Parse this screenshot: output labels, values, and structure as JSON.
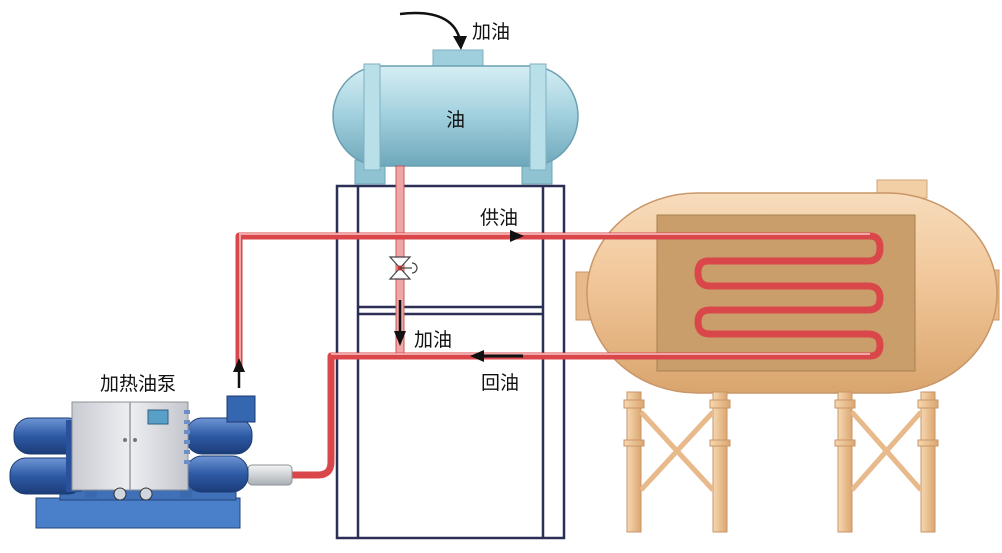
{
  "labels": {
    "add_oil_top": "加油",
    "tank": "油",
    "supply_oil": "供油",
    "add_oil_mid": "加油",
    "return_oil": "回油",
    "heating_pump": "加热油泵"
  },
  "colors": {
    "pipe": "#d94b4b",
    "pipe_light": "#f4a9a9",
    "tank": "#a9d6e2",
    "vessel": "#f1c89a",
    "heating_plate": "#c9a06b",
    "stand": "#2b2f55",
    "legs": "#efc79a",
    "pump_blue": "#2f5da8",
    "pump_panel": "#dcdde2"
  }
}
